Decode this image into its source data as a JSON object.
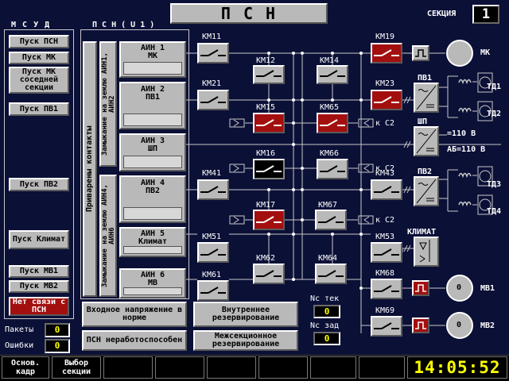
{
  "header": {
    "title": "П С Н",
    "section_label": "СЕКЦИЯ",
    "section_value": "1"
  },
  "left_panel": {
    "title": "М С У Д",
    "buttons": [
      "Пуск ПСН",
      "Пуск МК",
      "Пуск МК соседней секции",
      "Пуск ПВ1",
      "Пуск ПВ2",
      "Пуск Климат",
      "Пуск МВ1",
      "Пуск МВ2"
    ],
    "alarm": "Нет связи с ПСН",
    "packets_label": "Пакеты",
    "packets_value": "0",
    "errors_label": "Ошибки",
    "errors_value": "0"
  },
  "psn_panel": {
    "title": "П С Н  ( U 1 )",
    "vert1": "Приварены контакты",
    "vert2": "Замыкание на землю АИН1, АИН2",
    "vert3": "Замыкание на землю АИН4, АИН6",
    "ain": [
      {
        "l1": "АИН 1",
        "l2": "МК"
      },
      {
        "l1": "АИН 2",
        "l2": "ПВ1"
      },
      {
        "l1": "АИН 3",
        "l2": "ШП"
      },
      {
        "l1": "АИН 4",
        "l2": "ПВ2"
      },
      {
        "l1": "АИН 5",
        "l2": "Климат"
      },
      {
        "l1": "АИН 6",
        "l2": "МВ"
      }
    ]
  },
  "status_boxes": {
    "input_ok": "Входное напряжение в норме",
    "psn_fail": "ПСН неработоспособен",
    "internal": "Внутреннее резервирование",
    "intersection": "Межсекционное резервирование"
  },
  "nc": {
    "tek_label": "Nc тек",
    "tek_value": "0",
    "zad_label": "Nc зад",
    "zad_value": "0"
  },
  "switches": {
    "km11": "КМ11",
    "km12": "КМ12",
    "km14": "КМ14",
    "km19": "КМ19",
    "km21": "КМ21",
    "km23": "КМ23",
    "km15": "КМ15",
    "km65": "КМ65",
    "km16": "КМ16",
    "km66": "КМ66",
    "km41": "КМ41",
    "km43": "КМ43",
    "km17": "КМ17",
    "km67": "КМ67",
    "km51": "КМ51",
    "km53": "КМ53",
    "km62": "КМ62",
    "km64": "КМ64",
    "km61": "КМ61",
    "km68": "КМ68",
    "km69": "КМ69"
  },
  "loads": {
    "mk": "МК",
    "pv1": "ПВ1",
    "td1": "ТД1",
    "td2": "ТД2",
    "shp": "ШП",
    "v110": "=110 В",
    "ab110": "АБ=110 В",
    "pv2": "ПВ2",
    "td3": "ТД3",
    "td4": "ТД4",
    "climate": "КЛИМАТ",
    "mv1": "МВ1",
    "mv2": "МВ2",
    "motor_zero": "0",
    "k_c2": "к С2"
  },
  "footer": {
    "main_frame": "Основ. кадр",
    "section_select": "Выбор секции",
    "clock": "14:05:52"
  },
  "colors": {
    "background": "#0b1037",
    "switch_open": "#b9b9b9",
    "switch_alarm": "#a30f0f",
    "switch_black": "#000000",
    "clock": "#ffff00"
  }
}
